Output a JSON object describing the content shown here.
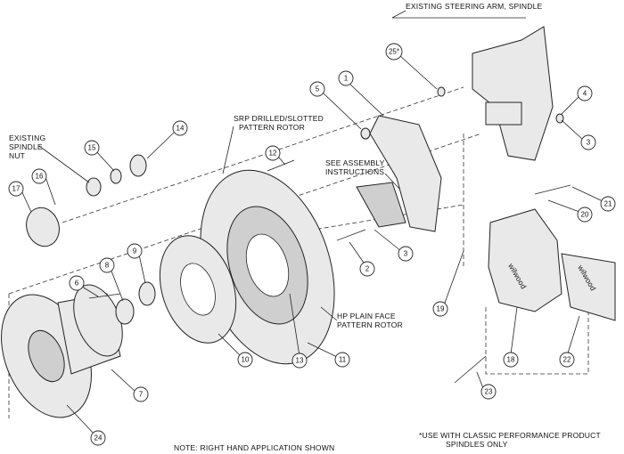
{
  "labels": {
    "steering_arm": "EXISTING STEERING ARM, SPINDLE",
    "spindle_nut_1": "EXISTING",
    "spindle_nut_2": "SPINDLE",
    "spindle_nut_3": "NUT",
    "srp_rotor_1": "SRP DRILLED/SLOTTED",
    "srp_rotor_2": "PATTERN ROTOR",
    "assembly_1": "SEE ASSEMBLY",
    "assembly_2": "INSTRUCTIONS",
    "hp_rotor_1": "HP PLAIN FACE",
    "hp_rotor_2": "PATTERN ROTOR",
    "note": "NOTE: RIGHT HAND APPLICATION SHOWN",
    "footnote_1": "*USE WITH CLASSIC PERFORMANCE PRODUCT",
    "footnote_2": "SPINDLES ONLY",
    "caliper_brand": "wilwood",
    "pad_brand": "wilwood"
  },
  "callouts": {
    "n1": "1",
    "n2": "2",
    "n3a": "3",
    "n3b": "3",
    "n4": "4",
    "n5": "5",
    "n6": "6",
    "n7": "7",
    "n8": "8",
    "n9": "9",
    "n10": "10",
    "n11": "11",
    "n12": "12",
    "n13": "13",
    "n14": "14",
    "n15": "15",
    "n16": "16",
    "n17": "17",
    "n18": "18",
    "n19": "19",
    "n20": "20",
    "n21": "21",
    "n22": "22",
    "n23": "23",
    "n24": "24",
    "n25": "25*"
  }
}
